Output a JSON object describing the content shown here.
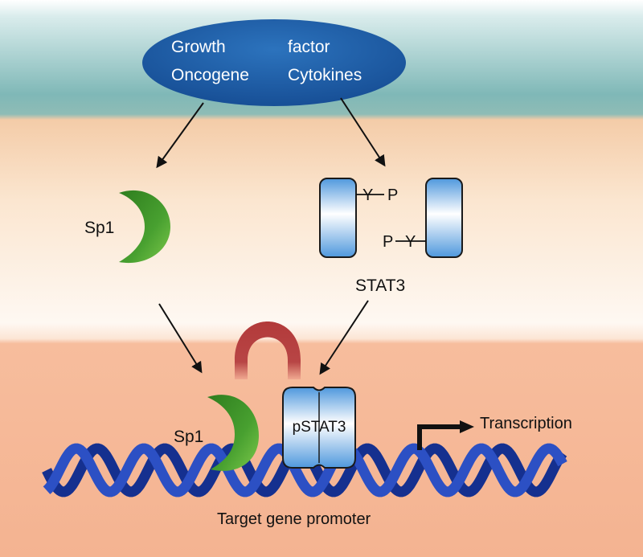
{
  "signal": {
    "line1_left": "Growth",
    "line1_right": "factor",
    "line2_left": "Oncogene",
    "line2_right": "Cytokines"
  },
  "sp1_top": {
    "label": "Sp1"
  },
  "stat3": {
    "label": "STAT3",
    "y_top": "Y",
    "p_top": "P",
    "p_bottom": "P",
    "y_bottom": "Y"
  },
  "sp1_bottom": {
    "label": "Sp1"
  },
  "pstat3": {
    "label": "pSTAT3"
  },
  "transcription": {
    "label": "Transcription"
  },
  "promoter": {
    "label": "Target gene promoter"
  },
  "colors": {
    "cell_top": "#7fb8b7",
    "cytoplasm": "#fbe7d2",
    "nucleus": "#f6b592",
    "receptor": "#1f62ad",
    "sp1": "#3d8f26",
    "stat3": "#5fa4e2",
    "loop": "#b43d3c",
    "dna": "#1d3aa0"
  }
}
